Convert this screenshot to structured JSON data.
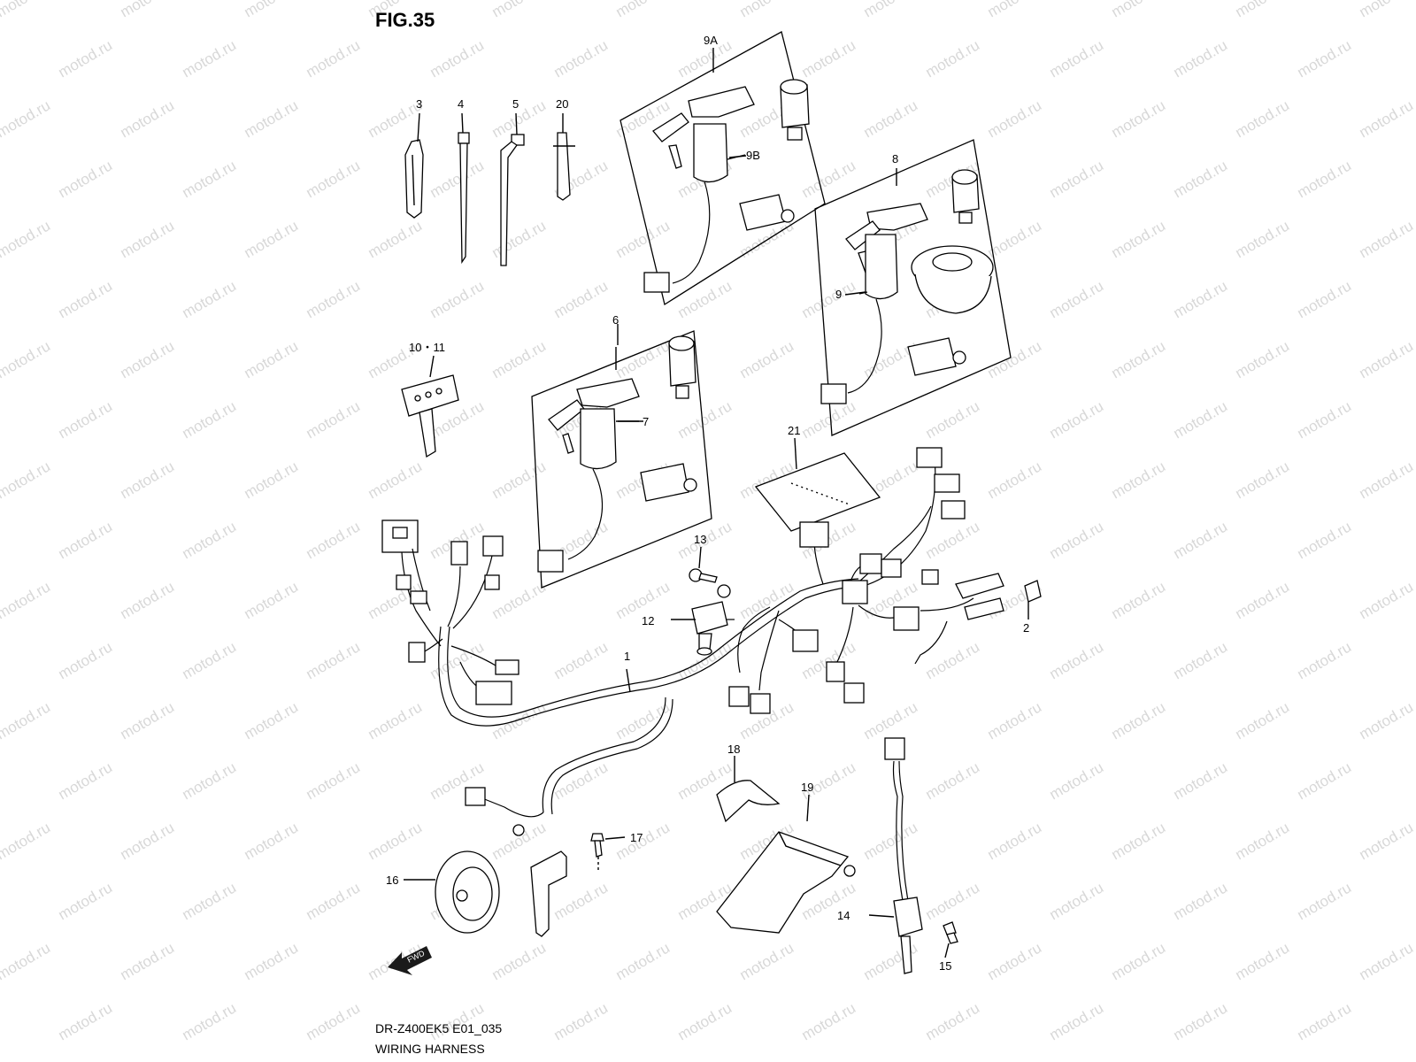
{
  "figure": {
    "title": "FIG.35",
    "code": "DR-Z400EK5 E01_035",
    "caption": "WIRING HARNESS"
  },
  "watermark": {
    "text": "motod.ru"
  },
  "fwd_arrow": {
    "label": "FWD"
  },
  "callouts": {
    "c1": "1",
    "c2": "2",
    "c3": "3",
    "c4": "4",
    "c5": "5",
    "c6": "6",
    "c7": "7",
    "c8": "8",
    "c9": "9",
    "c9a": "9A",
    "c9b": "9B",
    "c10_11": "10・11",
    "c12": "12",
    "c13": "13",
    "c14": "14",
    "c15": "15",
    "c16": "16",
    "c17": "17",
    "c18": "18",
    "c19": "19",
    "c20": "20",
    "c21": "21"
  }
}
